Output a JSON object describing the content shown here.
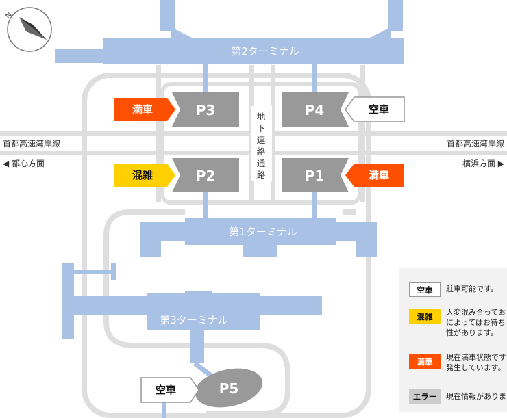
{
  "map": {
    "terminal_2": "第2ターミナル",
    "terminal_1": "第1ターミナル",
    "terminal_3": "第3ターミナル",
    "highway_left": "首都高速湾岸線",
    "highway_right": "首都高速湾岸線",
    "direction_left": "◀ 都心方面",
    "direction_right": "横浜方面 ▶",
    "underground_passage": [
      "地",
      "下",
      "連",
      "絡",
      "通",
      "路"
    ],
    "compass_label": "N"
  },
  "parking": [
    {
      "lot": "P3",
      "status": "満車"
    },
    {
      "lot": "P4",
      "status": "空車"
    },
    {
      "lot": "P2",
      "status": "混雑"
    },
    {
      "lot": "P1",
      "status": "満車"
    },
    {
      "lot": "P5",
      "status": "空車"
    }
  ],
  "legend": [
    {
      "badge": "空車",
      "text": "駐車可能です。",
      "bg": "#ffffff",
      "border": "#999999",
      "fg": "#111111"
    },
    {
      "badge": "混雑",
      "text": "大変混み合ってお\nによってはお待ち\n性があります。",
      "bg": "#ffd000",
      "border": "#ffd000",
      "fg": "#111111"
    },
    {
      "badge": "満車",
      "text": "現在満車状態です\n発生しています。",
      "bg": "#ff4f00",
      "border": "#ff4f00",
      "fg": "#ffffff"
    },
    {
      "badge": "エラー",
      "text": "現在情報がありま",
      "bg": "#cccccc",
      "border": "#cccccc",
      "fg": "#111111"
    }
  ],
  "colors": {
    "terminal": "#a9c1e5",
    "road": "#dedede",
    "lot": "#999999",
    "full": "#ff4f00",
    "crowded": "#ffd000",
    "vacant_border": "#999999"
  }
}
